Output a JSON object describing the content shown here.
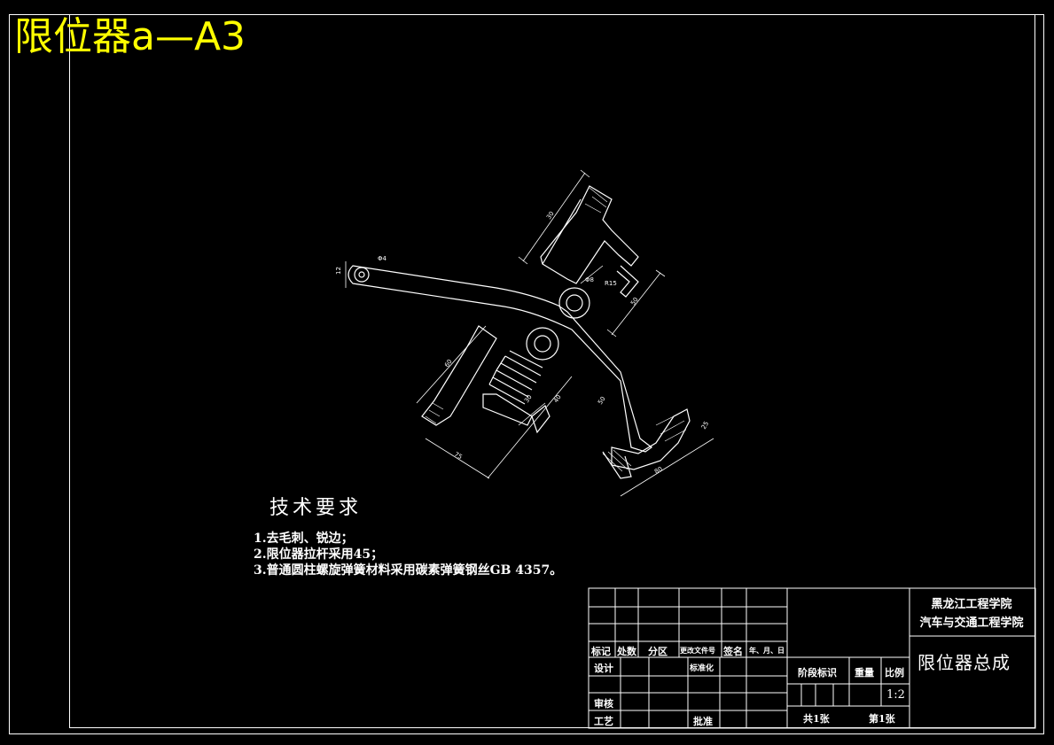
{
  "drawing": {
    "title": "限位器a—A3",
    "dimensions": [
      "12",
      "Φ4",
      "30",
      "Φ8",
      "R15",
      "50",
      "60",
      "30",
      "40",
      "75",
      "50",
      "80",
      "25"
    ]
  },
  "notes": {
    "heading": "技术要求",
    "items": [
      "1.去毛刺、锐边；",
      "2.限位器拉杆采用45；",
      "3.普通圆柱螺旋弹簧材料采用碳素弹簧钢丝GB 4357。"
    ]
  },
  "title_block": {
    "school_line1": "黑龙江工程学院",
    "school_line2": "汽车与交通工程学院",
    "drawing_name": "限位器总成",
    "headers": {
      "mark": "标记",
      "count": "处数",
      "zone": "分区",
      "change_doc": "更改文件号",
      "signature": "签名",
      "date": "年、月、日"
    },
    "design": "设计",
    "standardize": "标准化",
    "review": "审核",
    "process": "工艺",
    "approve": "批准",
    "stage_mark": "阶段标识",
    "weight": "重量",
    "scale_label": "比例",
    "scale_value": "1:2",
    "sheets_total": "共1张",
    "sheet_no": "第1张"
  }
}
